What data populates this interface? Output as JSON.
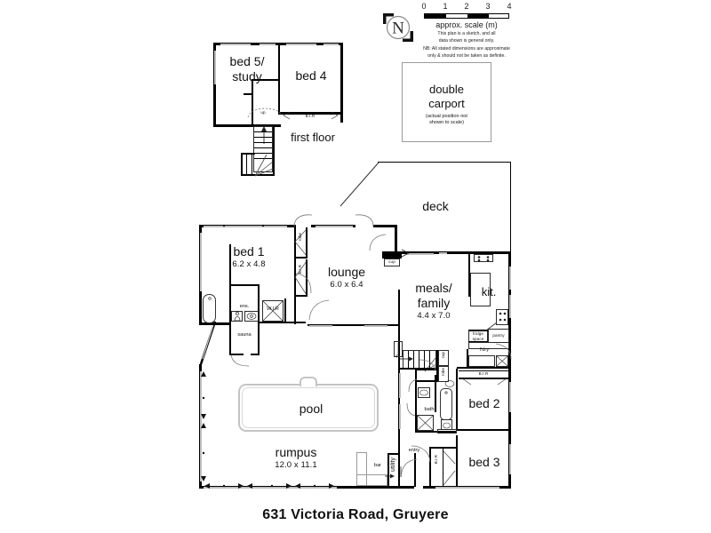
{
  "title": "631 Victoria Road, Gruyere",
  "scale": {
    "ticks": [
      "0",
      "1",
      "2",
      "3",
      "4"
    ],
    "caption": "approx. scale (m)",
    "note_line1": "This plan is a sketch, and all",
    "note_line2": "data shown is general only.",
    "note_line3": "NB: All stated dimensions are approximate",
    "note_line4": "only & should not be taken as definite."
  },
  "compass": {
    "letter": "N",
    "name": "north-arrow"
  },
  "first_floor": {
    "caption": "first floor",
    "rooms": [
      {
        "name": "bed 5/",
        "name2": "study"
      },
      {
        "name": "bed 4"
      }
    ],
    "labels": {
      "bir": "B.I.R",
      "up": "up"
    }
  },
  "carport": {
    "line1": "double",
    "line2": "carport",
    "note1": "(actual position not",
    "note2": "shown to scale)"
  },
  "ground_floor": {
    "rooms": [
      {
        "name": "deck",
        "dim": ""
      },
      {
        "name": "bed 1",
        "dim": "6.2 x 4.8"
      },
      {
        "name": "lounge",
        "dim": "6.0 x 6.4"
      },
      {
        "name": "meals/",
        "name2": "family",
        "dim": "4.4 x 7.0"
      },
      {
        "name": "kit.",
        "dim": ""
      },
      {
        "name": "pool",
        "dim": ""
      },
      {
        "name": "rumpus",
        "dim": "12.0 x 11.1"
      },
      {
        "name": "bed 2",
        "dim": ""
      },
      {
        "name": "bed 3",
        "dim": ""
      }
    ],
    "small_labels": {
      "ens": "ens.",
      "wir": "W.I.R",
      "sauna": "sauna",
      "bath": "bath",
      "ldry": "l'dry",
      "pantry": "pantry",
      "fridge1": "fridge",
      "fridge2": "space",
      "bar": "bar",
      "utility": "utility",
      "entry": "entry",
      "bir": "B.I.R",
      "robe": "robe",
      "cup": "cup",
      "up": "up"
    }
  }
}
